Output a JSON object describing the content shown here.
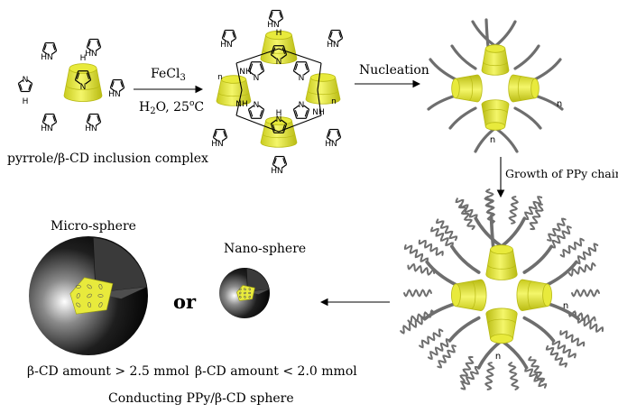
{
  "labels": {
    "complex": "pyrrole/β-CD inclusion complex",
    "reagent": "FeCl",
    "reagent_sub": "3",
    "conditions": "H",
    "conditions_sub": "2",
    "conditions_rest": "O,  25",
    "conditions_sup": "o",
    "conditions_unit": "C",
    "nucleation": "Nucleation",
    "growth": "Growth of PPy chain",
    "micro": "Micro-sphere",
    "nano": "Nano-sphere",
    "or": "or",
    "micro_amount": "β-CD amount > 2.5 mmol",
    "nano_amount": "β-CD  amount < 2.0 mmol",
    "final": "Conducting PPy/β-CD sphere"
  },
  "atoms": {
    "hn": "HN",
    "nh": "NH",
    "h": "H",
    "n": "N"
  },
  "repeat": {
    "n": "n"
  },
  "colors": {
    "cyclodextrin": "#e8ea3c",
    "cyclodextrin_edge": "#b8ba14",
    "sphere": "#1b1b1b",
    "chain": "#6e6e6e"
  }
}
